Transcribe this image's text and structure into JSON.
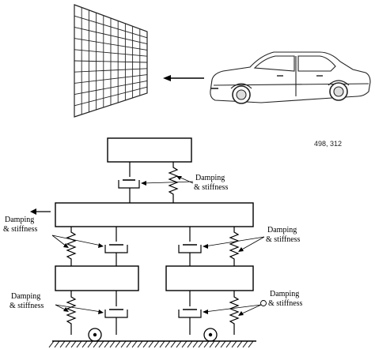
{
  "coordinate_readout": "498, 312",
  "labels": {
    "top_damper": {
      "line1": "Damping",
      "line2": "& stiffness"
    },
    "left_upper": {
      "line1": "Damping",
      "line2": "& stiffness"
    },
    "right_upper": {
      "line1": "Damping",
      "line2": "& stiffness"
    },
    "left_lower": {
      "line1": "Damping",
      "line2": "& stiffness"
    },
    "right_lower": {
      "line1": "Damping",
      "line2": "& stiffness"
    }
  },
  "icons": [
    "barrier-wall-icon",
    "car-icon",
    "direction-arrow-icon",
    "wheel-icon",
    "ground-hatch-icon"
  ]
}
